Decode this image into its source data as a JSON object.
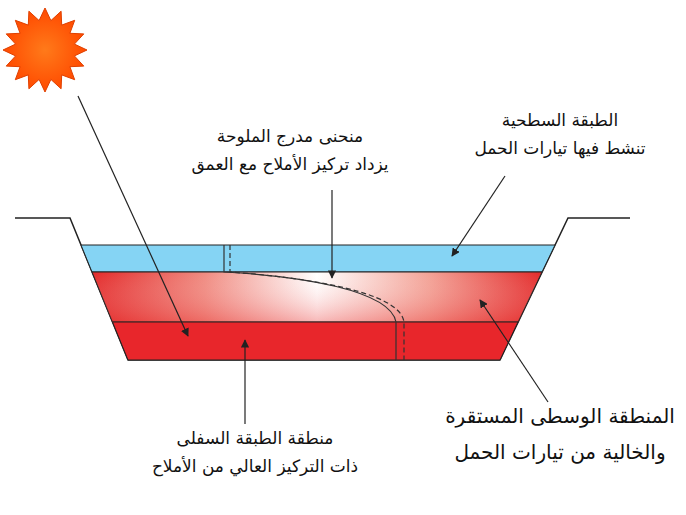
{
  "diagram": {
    "labels": [
      "الطبقة السطحية",
      "تنشط فيها تيارات الحمل",
      "منحنى مدرج الملوحة",
      "يزداد تركيز الأملاح مع العمق",
      "منطقة الطبقة السفلى",
      "ذات التركيز العالي من الأملاح",
      "المنطقة الوسطى المستقرة",
      "والخالية من تيارات الحمل"
    ]
  }
}
